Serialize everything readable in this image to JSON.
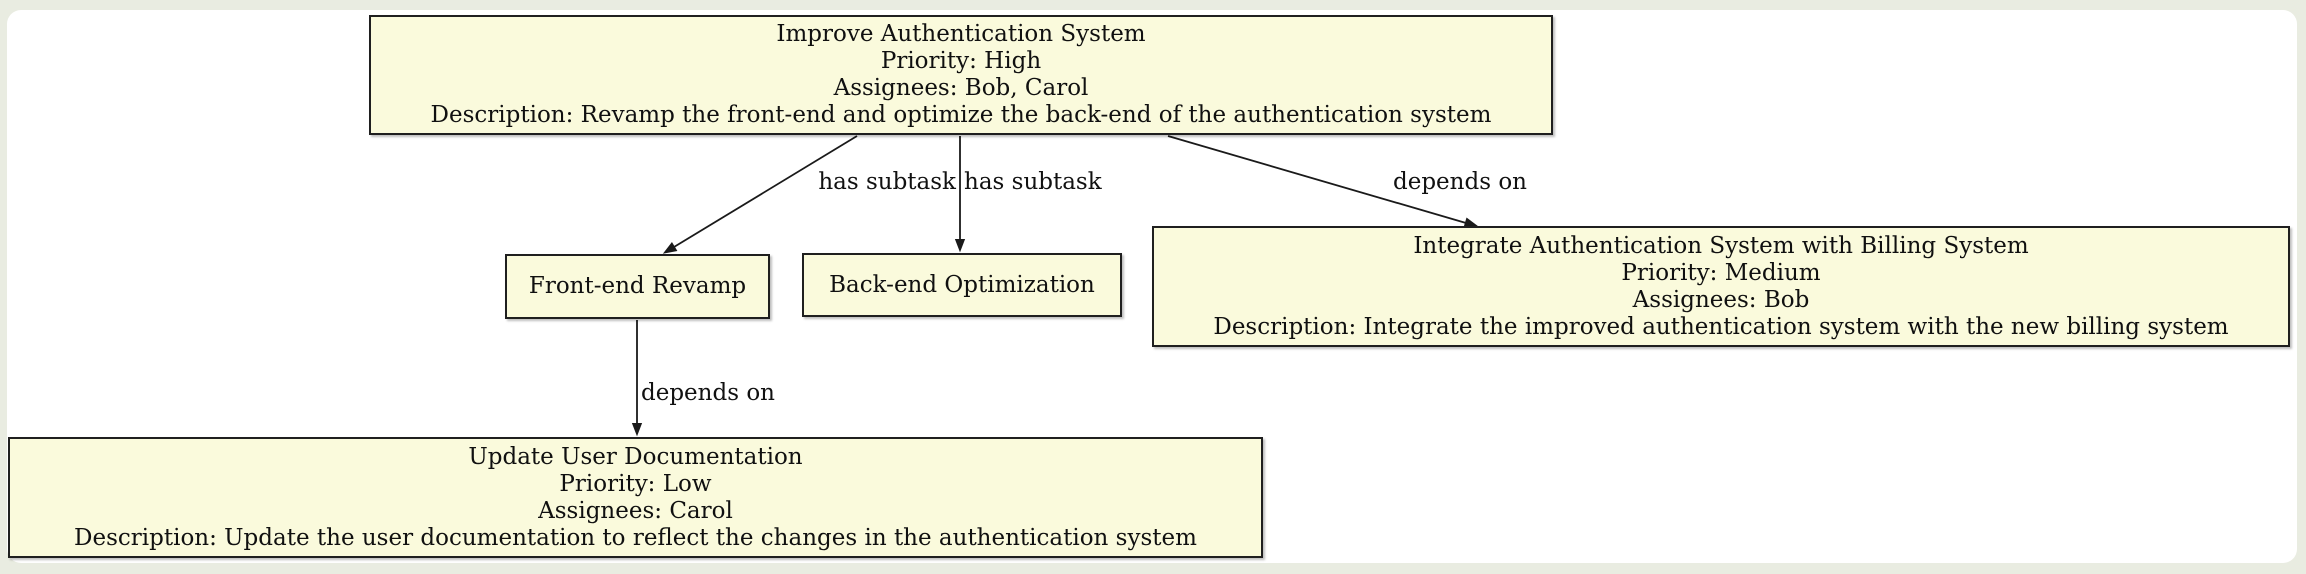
{
  "diagram": {
    "nodes": {
      "improve_auth": {
        "title": "Improve Authentication System",
        "priority": "Priority: High",
        "assignees": "Assignees: Bob, Carol",
        "description": "Description: Revamp the front-end and optimize the back-end of the authentication system"
      },
      "frontend": {
        "label": "Front-end Revamp"
      },
      "backend": {
        "label": "Back-end Optimization"
      },
      "integrate": {
        "title": "Integrate Authentication System with Billing System",
        "priority": "Priority: Medium",
        "assignees": "Assignees: Bob",
        "description": "Description: Integrate the improved authentication system with the new billing system"
      },
      "update_docs": {
        "title": "Update User Documentation",
        "priority": "Priority: Low",
        "assignees": "Assignees: Carol",
        "description": "Description: Update the user documentation to reflect the changes in the authentication system"
      }
    },
    "edges": {
      "improve_to_frontend": {
        "label": "has subtask"
      },
      "improve_to_backend": {
        "label": "has subtask"
      },
      "improve_to_integrate": {
        "label": "depends on"
      },
      "frontend_to_update": {
        "label": "depends on"
      }
    },
    "colors": {
      "page_bg": "#E9ECE1",
      "canvas_bg": "#FFFFFF",
      "node_fill": "#FAFADC",
      "node_border": "#1F1F1F",
      "edge": "#1A1A1A"
    }
  }
}
